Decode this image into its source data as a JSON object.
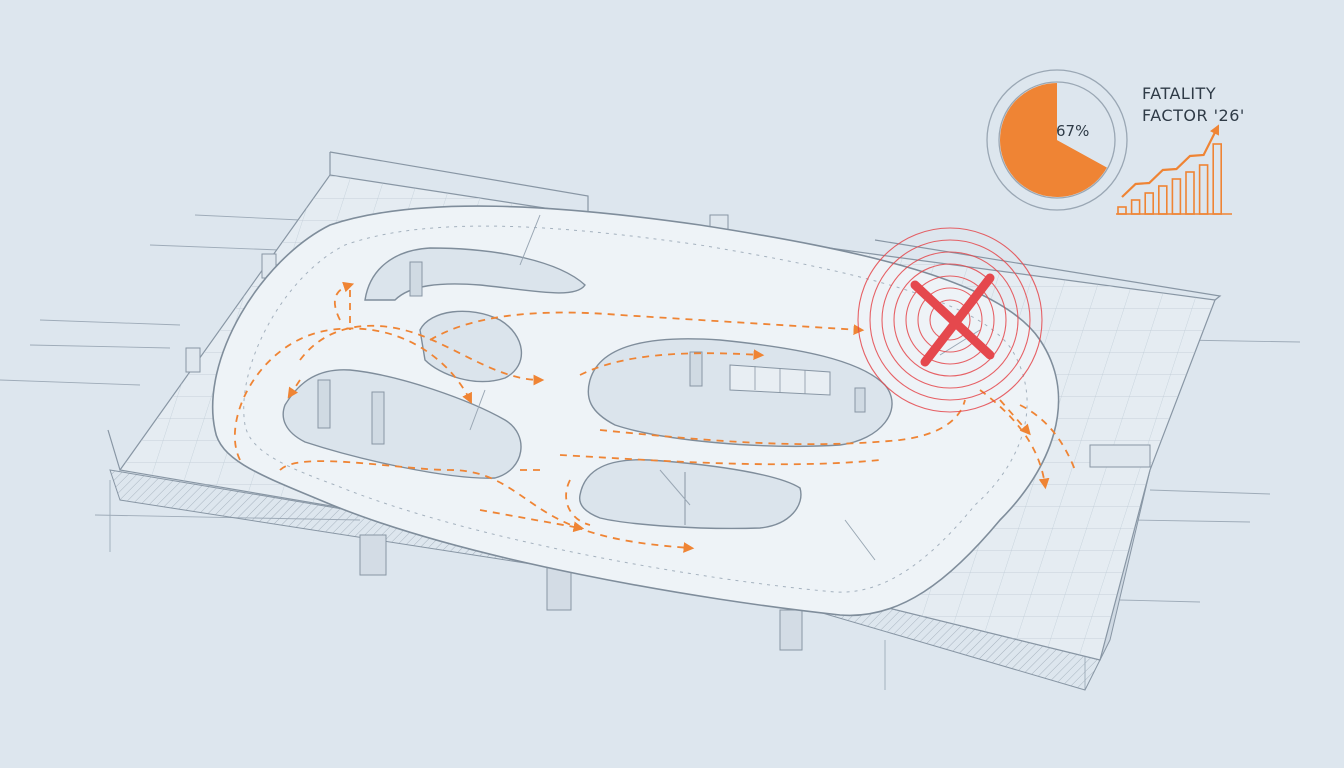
{
  "infographic": {
    "pie_percent_label": "67%",
    "title_line1": "FATALITY",
    "title_line2": "FACTOR '26'"
  },
  "chart_data": [
    {
      "type": "pie",
      "slices": [
        {
          "label": "67%",
          "value": 67,
          "color": "#ef8434"
        },
        {
          "label": "",
          "value": 33,
          "color": "#dde6ee"
        }
      ]
    },
    {
      "type": "bar",
      "values": [
        1,
        2,
        3,
        4,
        5,
        6,
        7,
        10
      ],
      "trend_line": true,
      "color": "#ef8434"
    }
  ],
  "colors": {
    "background": "#dde6ee",
    "lines": "#8896a4",
    "accent": "#ef8434",
    "danger": "#e5484d"
  },
  "icons": [
    "danger-x-icon",
    "ripple-rings-icon",
    "trend-arrow-icon"
  ]
}
